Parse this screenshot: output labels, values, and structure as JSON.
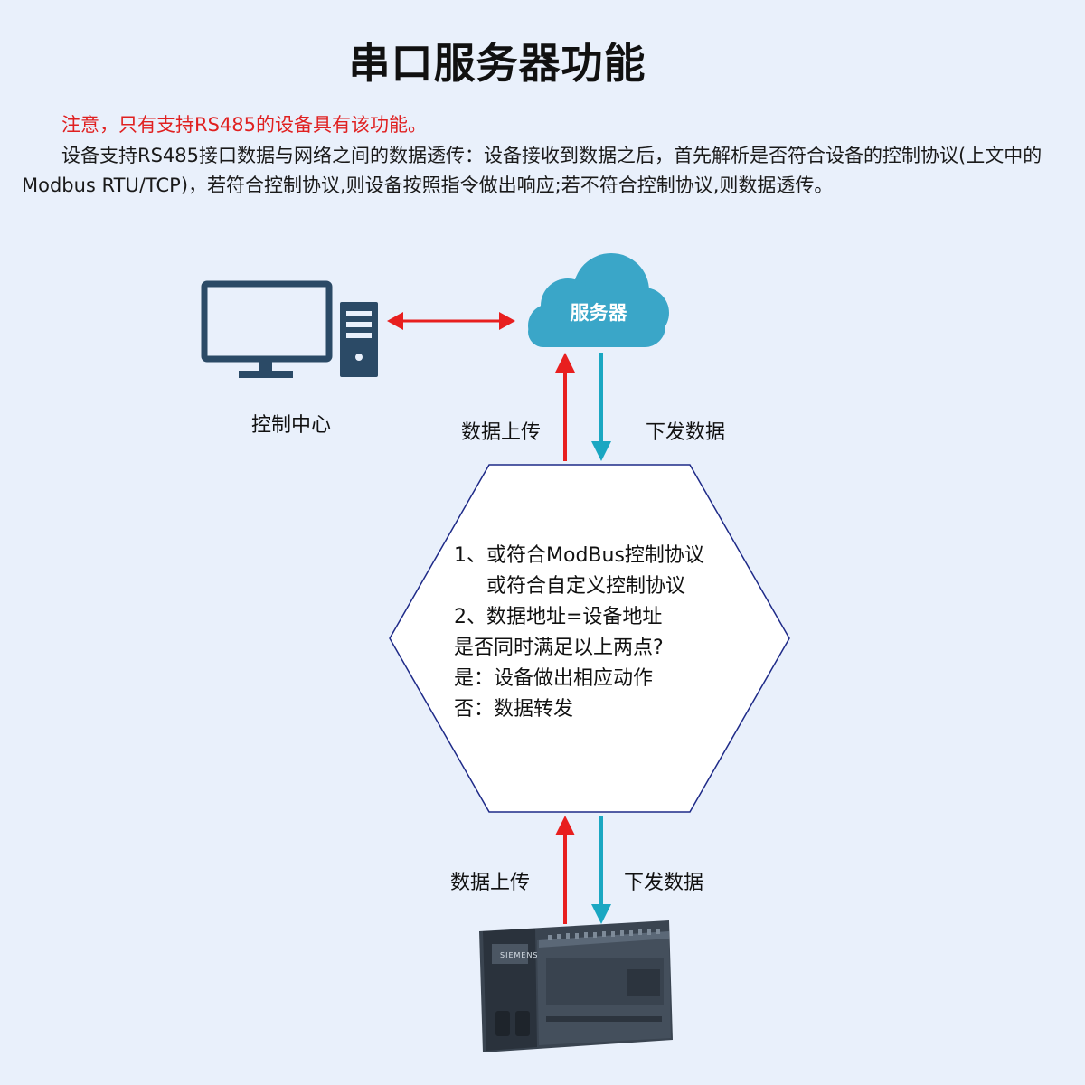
{
  "title": "串口服务器功能",
  "note": "注意，只有支持RS485的设备具有该功能。",
  "description": "设备支持RS485接口数据与网络之间的数据透传：设备接收到数据之后，首先解析是否符合设备的控制协议(上文中的Modbus RTU/TCP)，若符合控制协议,则设备按照指令做出响应;若不符合控制协议,则数据透传。",
  "nodes": {
    "control_center": "控制中心",
    "server": "服务器",
    "plc_brand": "SIEMENS"
  },
  "edges": {
    "upload_top": "数据上传",
    "download_top": "下发数据",
    "upload_bottom": "数据上传",
    "download_bottom": "下发数据"
  },
  "decision": {
    "line1": "1、或符合ModBus控制协议",
    "line2": "或符合自定义控制协议",
    "line3": "2、数据地址=设备地址",
    "line4": "是否同时满足以上两点?",
    "line5": "是：设备做出相应动作",
    "line6": "否：数据转发"
  },
  "colors": {
    "background": "#e9f0fb",
    "monitor": "#2b4a66",
    "cloud": "#3aa6c8",
    "up_arrow": "#e81f1f",
    "down_arrow": "#1aa7c2",
    "note": "#e02020",
    "hexagon_border": "#1e2a88"
  },
  "icons": {
    "control_center": "computer-icon",
    "server": "cloud-icon",
    "device": "plc-icon"
  }
}
